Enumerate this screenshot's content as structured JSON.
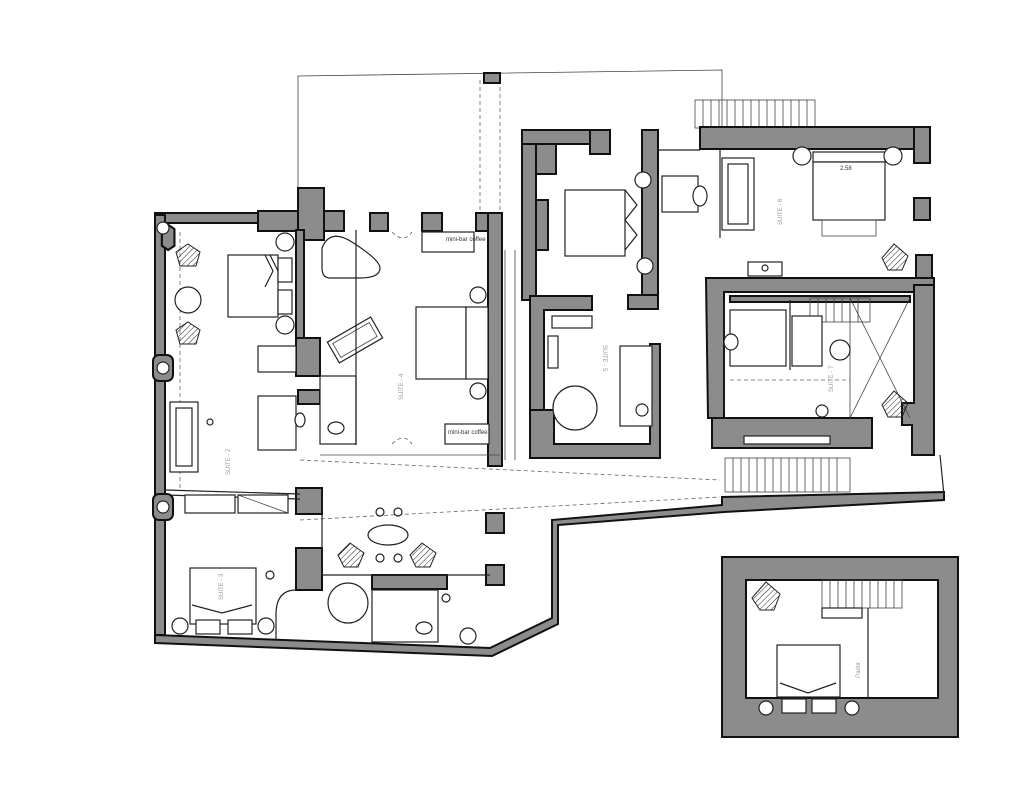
{
  "plan": {
    "rooms": [
      {
        "id": "suite-2",
        "label": "SUITE - 2"
      },
      {
        "id": "suite-3",
        "label": "SUITE - 3"
      },
      {
        "id": "suite-4",
        "label": "SUITE - 4"
      },
      {
        "id": "suite-5",
        "label": "SUITE - 5"
      },
      {
        "id": "suite-6",
        "label": "SUITE - 6"
      },
      {
        "id": "suite-7",
        "label": "SUITE - 7"
      }
    ],
    "fixtures": {
      "minibar_1": "mini-bar coffee",
      "minibar_2": "mini-bar coffee"
    },
    "dimension": "2.58",
    "annex_label": "Parlor",
    "colors": {
      "wall": "#8c8c8c",
      "line": "#222222",
      "background": "#ffffff"
    }
  }
}
